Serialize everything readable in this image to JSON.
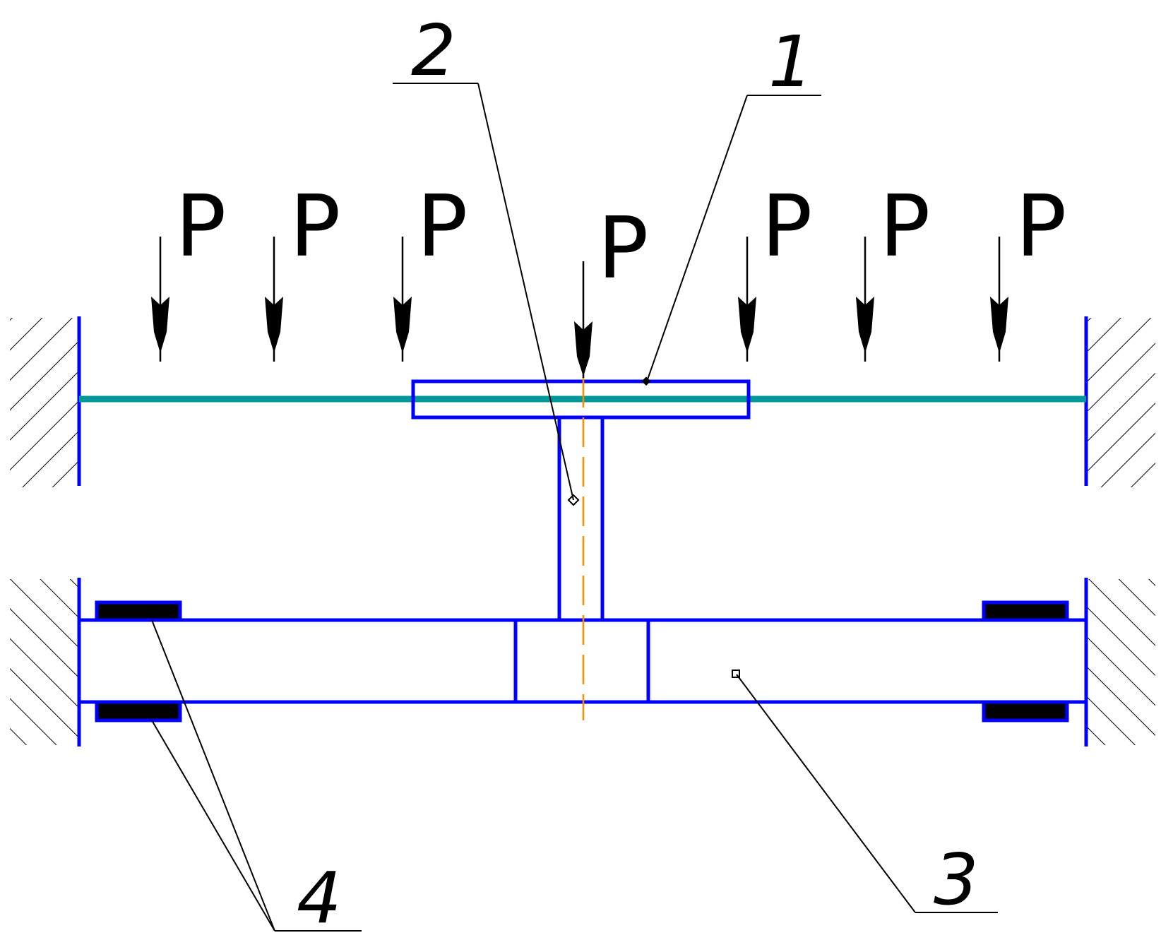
{
  "labels": {
    "part1": "1",
    "part2": "2",
    "part3": "3",
    "part4": "4"
  },
  "loads": [
    "P",
    "P",
    "P",
    "P",
    "P",
    "P",
    "P"
  ],
  "colors": {
    "structure": "#0000ff",
    "membrane": "#009999",
    "axis": "#ff8c00",
    "pads": "#000000"
  }
}
